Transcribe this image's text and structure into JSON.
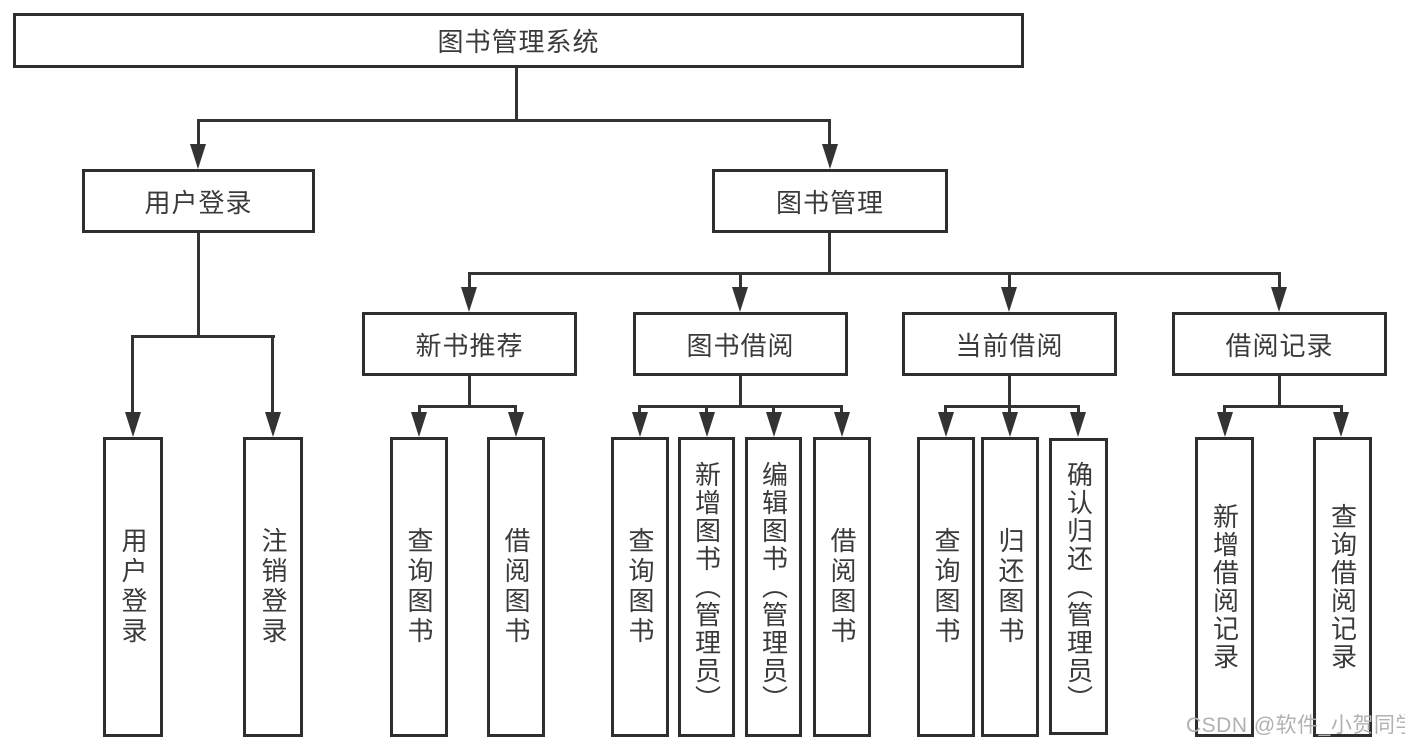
{
  "tree": {
    "label": "图书管理系统",
    "children": [
      {
        "label": "用户登录",
        "children": [
          {
            "label": "用户登录"
          },
          {
            "label": "注销登录"
          }
        ]
      },
      {
        "label": "图书管理",
        "children": [
          {
            "label": "新书推荐",
            "children": [
              {
                "label": "查询图书"
              },
              {
                "label": "借阅图书"
              }
            ]
          },
          {
            "label": "图书借阅",
            "children": [
              {
                "label": "查询图书"
              },
              {
                "label": "新增图书（管理员）"
              },
              {
                "label": "编辑图书（管理员）"
              },
              {
                "label": "借阅图书"
              }
            ]
          },
          {
            "label": "当前借阅",
            "children": [
              {
                "label": "查询图书"
              },
              {
                "label": "归还图书"
              },
              {
                "label": "确认归还（管理员）"
              }
            ]
          },
          {
            "label": "借阅记录",
            "children": [
              {
                "label": "新增借阅记录"
              },
              {
                "label": "查询借阅记录"
              }
            ]
          }
        ]
      }
    ]
  },
  "watermark": {
    "text": "CSDN @软件_小贺同学"
  },
  "colors": {
    "line": "#333333",
    "box_border": "#2e2e2e",
    "text": "#3a3a3a",
    "watermark": "#b3b0b3",
    "background": "#ffffff"
  }
}
